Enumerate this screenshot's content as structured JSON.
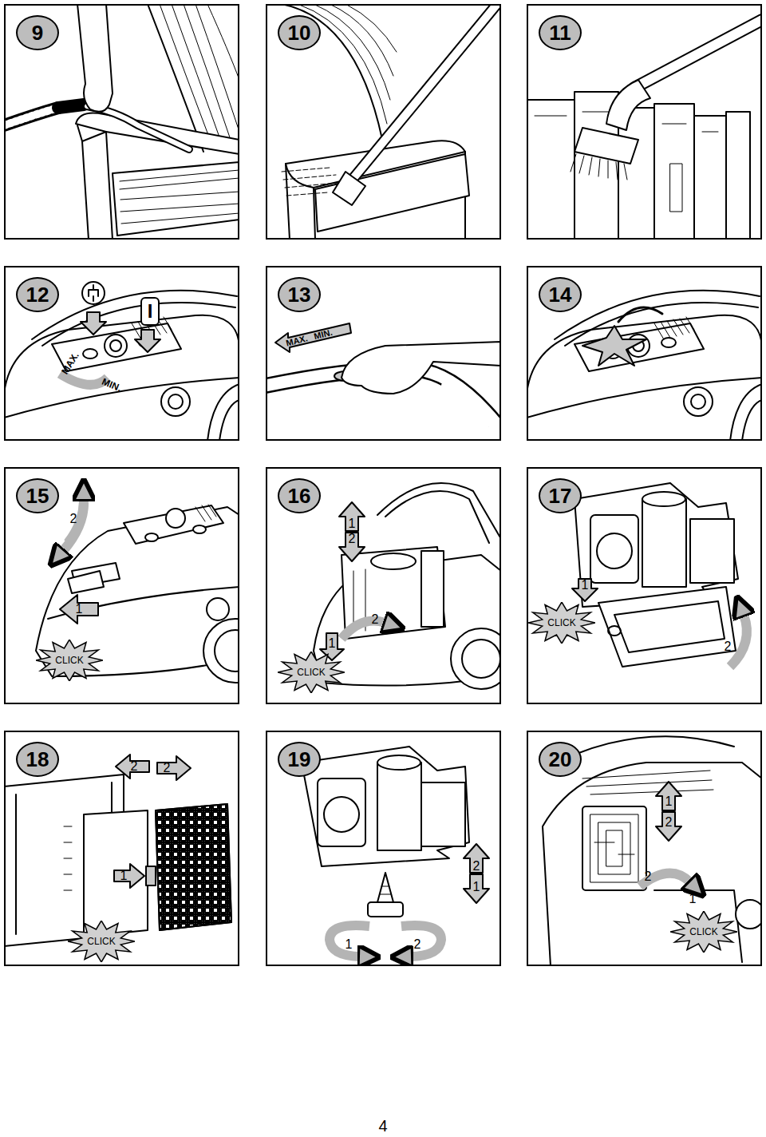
{
  "diagram": {
    "nodes": [
      {
        "text": [
          "9"
        ]
      },
      {
        "text": [
          "10"
        ]
      },
      {
        "text": [
          "11"
        ]
      },
      {
        "text": [
          "12"
        ]
      },
      {
        "text": [
          "13"
        ]
      },
      {
        "text": [
          "14"
        ]
      },
      {
        "text": [
          "15"
        ]
      },
      {
        "text": [
          "16"
        ]
      },
      {
        "text": [
          "17"
        ]
      },
      {
        "text": [
          "18"
        ]
      },
      {
        "text": [
          "19"
        ]
      },
      {
        "text": [
          "20"
        ]
      },
      {
        "text": [
          "CLICK"
        ],
        "in": 6
      },
      {
        "text": [
          "CLICK"
        ],
        "in": 7
      },
      {
        "text": [
          "CLICK"
        ],
        "in": 8
      },
      {
        "text": [
          "CLICK"
        ],
        "in": 9
      },
      {
        "text": [
          "CLICK"
        ],
        "in": 11
      }
    ],
    "labels": [
      "MAX.",
      "MIN.",
      "I",
      "MAX.",
      "MIN.",
      "2",
      "1",
      "1",
      "2",
      "2",
      "1",
      "1",
      "2",
      "2",
      "2",
      "1",
      "2",
      "1",
      "1",
      "2",
      "1",
      "2",
      "2",
      "1",
      "4"
    ]
  }
}
